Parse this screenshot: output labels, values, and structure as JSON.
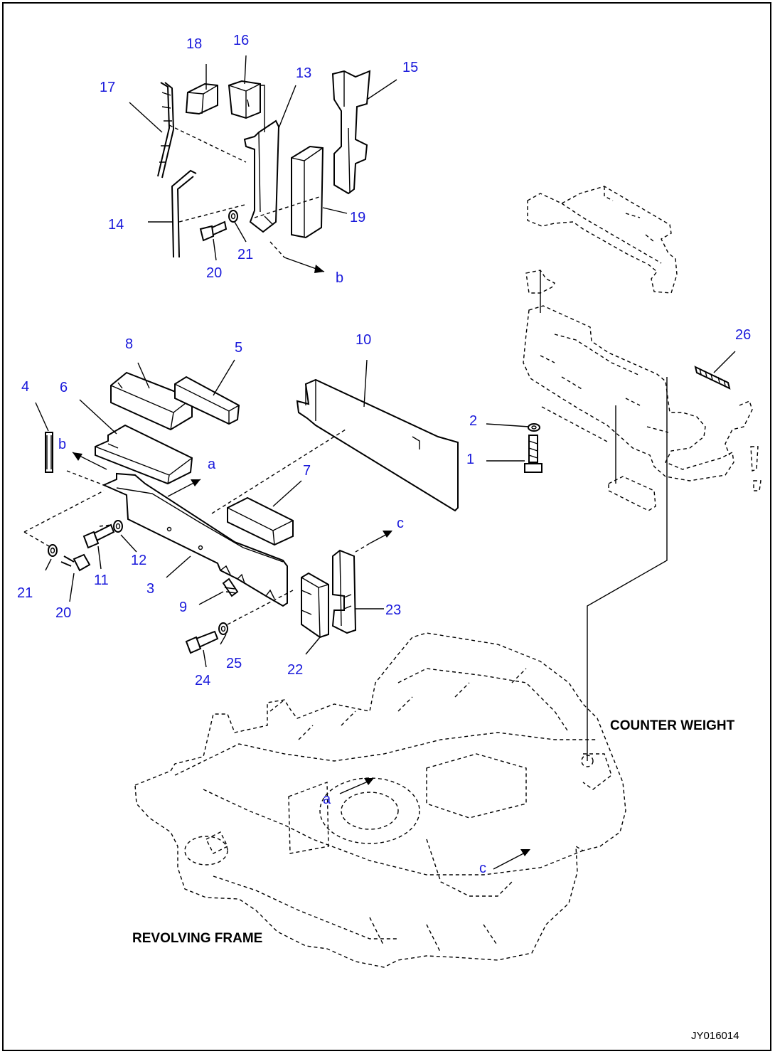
{
  "diagram": {
    "part_numbers": [
      "1",
      "2",
      "3",
      "4",
      "5",
      "6",
      "7",
      "8",
      "9",
      "10",
      "11",
      "12",
      "13",
      "14",
      "15",
      "16",
      "17",
      "18",
      "19",
      "20",
      "21",
      "22",
      "23",
      "24",
      "25",
      "26"
    ],
    "callout_20_second": "20",
    "callout_21_second": "21",
    "arrow_labels": {
      "a": "a",
      "b": "b",
      "c": "c"
    },
    "assembly_labels": {
      "counter_weight": "COUNTER WEIGHT",
      "revolving_frame": "REVOLVING FRAME"
    },
    "drawing_code": "JY016014"
  },
  "colors": {
    "callout_numbers": "#1a1adb",
    "lines": "#000000",
    "background": "#ffffff"
  }
}
